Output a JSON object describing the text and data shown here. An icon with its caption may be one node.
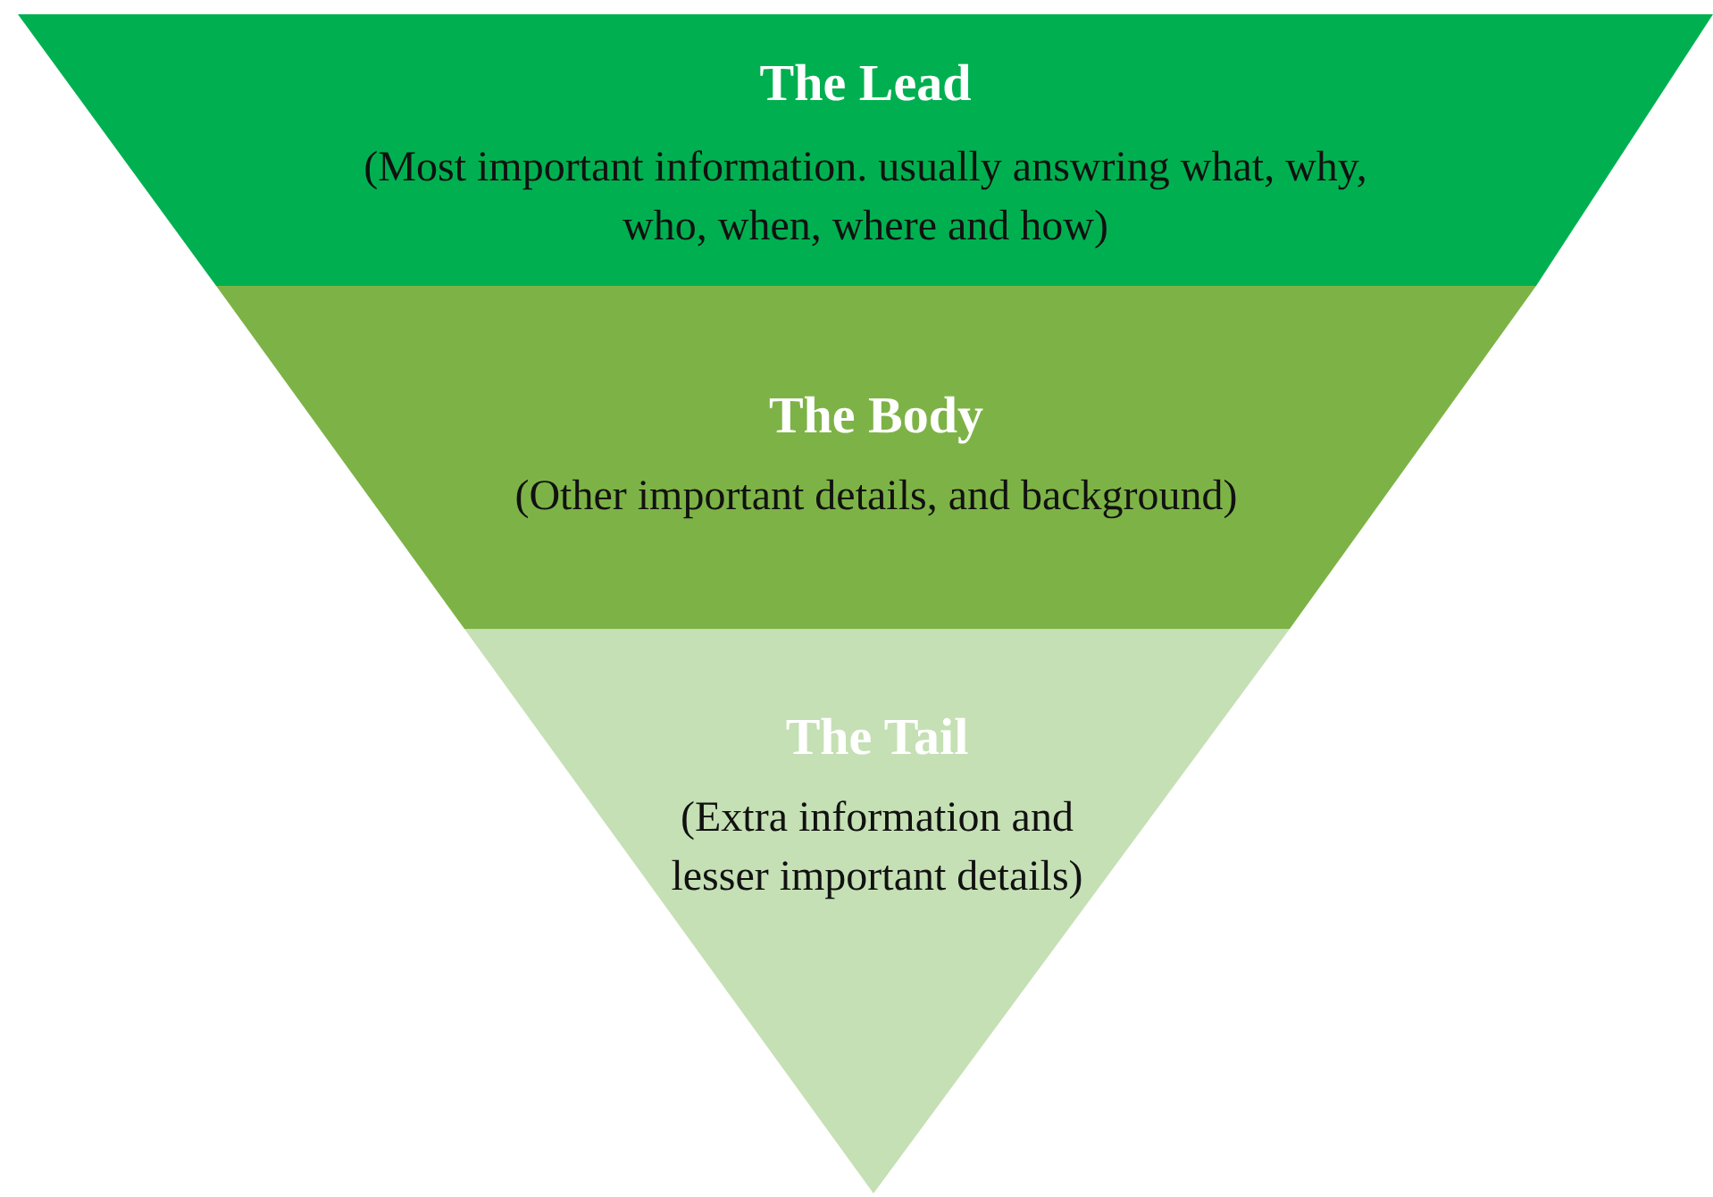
{
  "diagram": {
    "nodes": [
      {
        "text": [
          "The Lead",
          "(Most important information. usually answring what, why, who, when, where and how)"
        ]
      },
      {
        "text": [
          "The Body",
          "(Other important details, and background)"
        ]
      },
      {
        "text": [
          "The Tail",
          "(Extra information and lesser important details)"
        ]
      }
    ]
  }
}
